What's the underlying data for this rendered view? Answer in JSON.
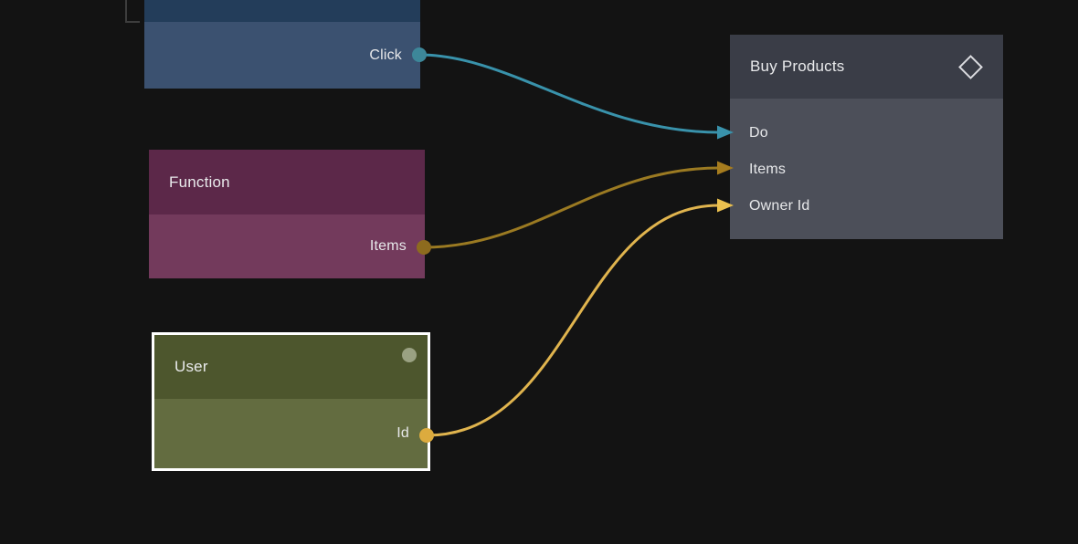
{
  "canvas": {
    "background": "#131313"
  },
  "nodes": {
    "trigger": {
      "header_color": "#233d5a",
      "body_color": "#3b5170",
      "outputs": [
        {
          "label": "Click",
          "port_color": "#3d8799"
        }
      ]
    },
    "function": {
      "title": "Function",
      "header_color": "#5c2849",
      "body_color": "#733a5c",
      "outputs": [
        {
          "label": "Items",
          "port_color": "#8d6b1e"
        }
      ]
    },
    "user": {
      "title": "User",
      "selected": true,
      "selection_color": "#ffffff",
      "header_color": "#4d562d",
      "body_color": "#636c40",
      "status_dot_color": "#9aa182",
      "outputs": [
        {
          "label": "Id",
          "port_color": "#dcab3e"
        }
      ]
    },
    "buy_products": {
      "title": "Buy Products",
      "icon": "diamond-icon",
      "header_color": "#3a3d47",
      "body_color": "#4c4f59",
      "inputs": [
        {
          "label": "Do",
          "arrow_color": "#3992ab"
        },
        {
          "label": "Items",
          "arrow_color": "#a67c1e"
        },
        {
          "label": "Owner Id",
          "arrow_color": "#ecc14f"
        }
      ]
    }
  },
  "connections": [
    {
      "from": "trigger.Click",
      "to": "buy_products.Do",
      "color": "#3992ab"
    },
    {
      "from": "function.Items",
      "to": "buy_products.Items",
      "color": "#9b7a22"
    },
    {
      "from": "user.Id",
      "to": "buy_products.Owner Id",
      "color": "#e0b44e"
    }
  ]
}
